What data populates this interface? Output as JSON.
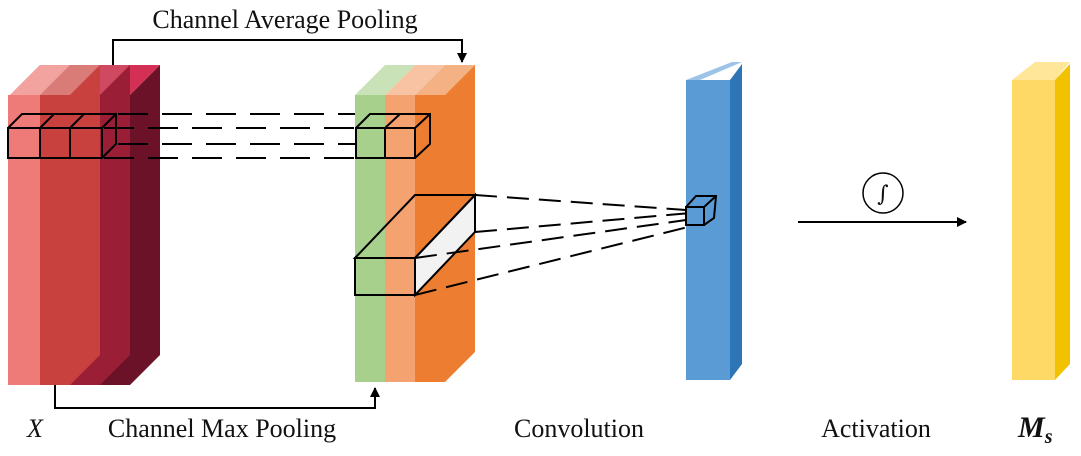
{
  "labels": {
    "avg_pooling": "Channel Average Pooling",
    "max_pooling": "Channel Max Pooling",
    "convolution": "Convolution",
    "activation": "Activation",
    "input_symbol": "X",
    "output_main": "M",
    "output_sub": "s",
    "activation_symbol": "∫"
  },
  "colors": {
    "input_slices": [
      "#ef7b78",
      "#c8413f",
      "#9a1e36",
      "#6b1228"
    ],
    "input_slice_tops": [
      "#f2a3a0",
      "#d97c78",
      "#cf4960",
      "#d42f55"
    ],
    "pooled_slices": [
      "#a8d08d",
      "#f4a270",
      "#ed7d31"
    ],
    "pooled_slice_tops": [
      "#c9e2b8",
      "#f7c3a2",
      "#f4b183"
    ],
    "conv_map": "#5b9bd5",
    "conv_map_side": "#2e75b6",
    "conv_map_top": "#9dc3e6",
    "output_map": "#ffd966",
    "output_map_side": "#f2c200",
    "output_map_top": "#ffe699",
    "lines": "#000000"
  },
  "icons": {
    "input_tensor": "stacked-slices",
    "activation_arrow": "right-arrow",
    "activation_op": "integral-circle"
  }
}
